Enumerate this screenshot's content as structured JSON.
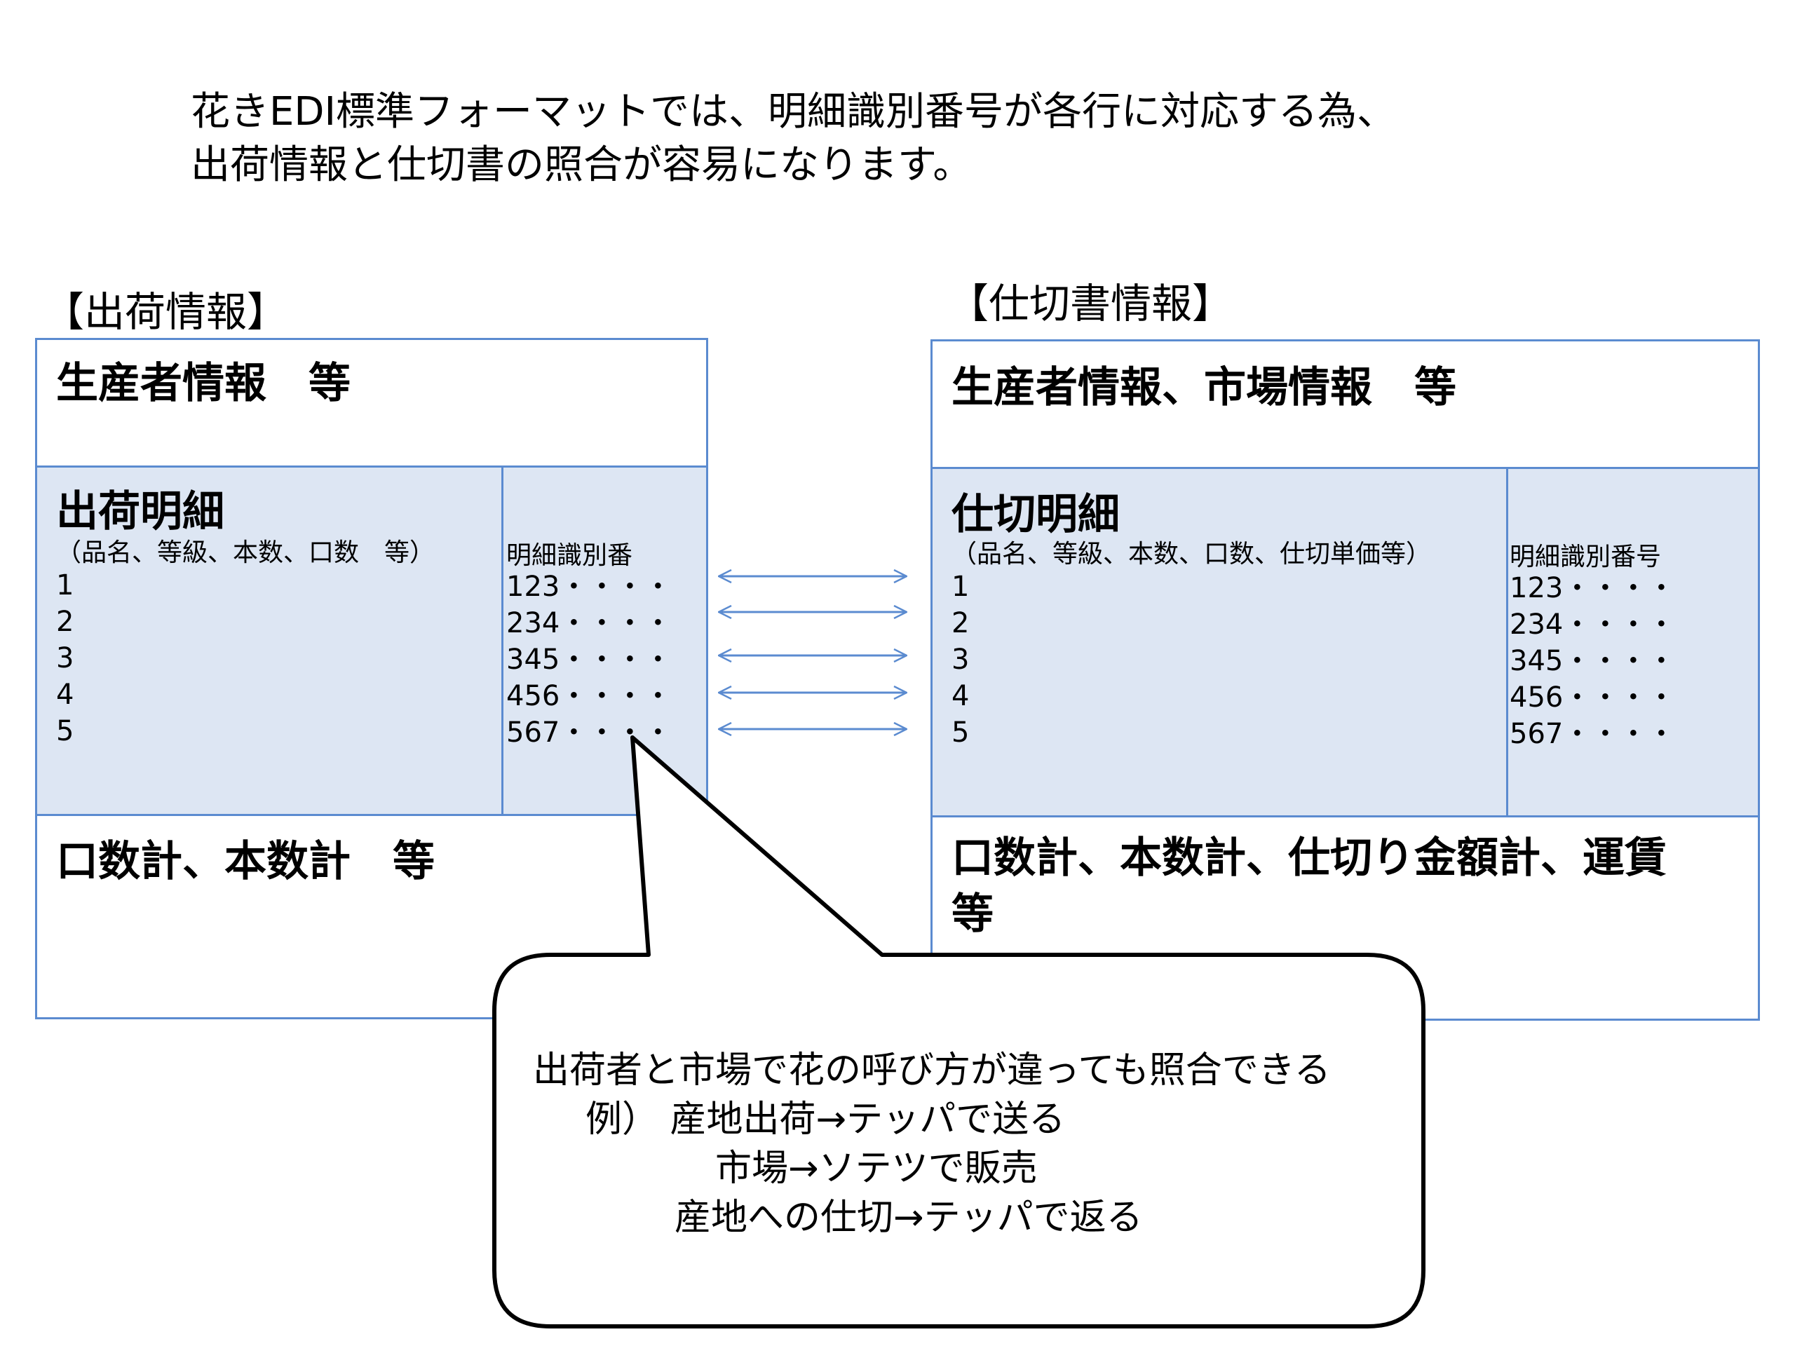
{
  "intro": {
    "line1": "花きEDI標準フォーマットでは、明細識別番号が各行に対応する為、",
    "line2": "出荷情報と仕切書の照合が容易になります。"
  },
  "left": {
    "title": "【出荷情報】",
    "header": "生産者情報　等",
    "detail_title": "出荷明細",
    "detail_sub": "（品名、等級、本数、口数　等）",
    "rows": [
      "1",
      "2",
      "3",
      "4",
      "5"
    ],
    "id_header": "明細識別番",
    "ids": [
      "123・・・・",
      "234・・・・",
      "345・・・・",
      "456・・・・",
      "567・・・・"
    ],
    "footer": "口数計、本数計　等"
  },
  "right": {
    "title": "【仕切書情報】",
    "header": "生産者情報、市場情報　等",
    "detail_title": "仕切明細",
    "detail_sub": "（品名、等級、本数、口数、仕切単価等）",
    "rows": [
      "1",
      "2",
      "3",
      "4",
      "5"
    ],
    "id_header": "明細識別番号",
    "ids": [
      "123・・・・",
      "234・・・・",
      "345・・・・",
      "456・・・・",
      "567・・・・"
    ],
    "footer_line1": "口数計、本数計、仕切り金額計、運賃",
    "footer_line2": "等"
  },
  "callout": {
    "line1": "出荷者と市場で花の呼び方が違っても照合できる",
    "line2": "例）  産地出荷→テッパで送る",
    "line3": "市場→ソテツで販売",
    "line4": "産地への仕切→テッパで返る"
  },
  "colors": {
    "border": "#5b8bd0",
    "shade": "#dde6f3",
    "arrow": "#5b8bd0"
  }
}
